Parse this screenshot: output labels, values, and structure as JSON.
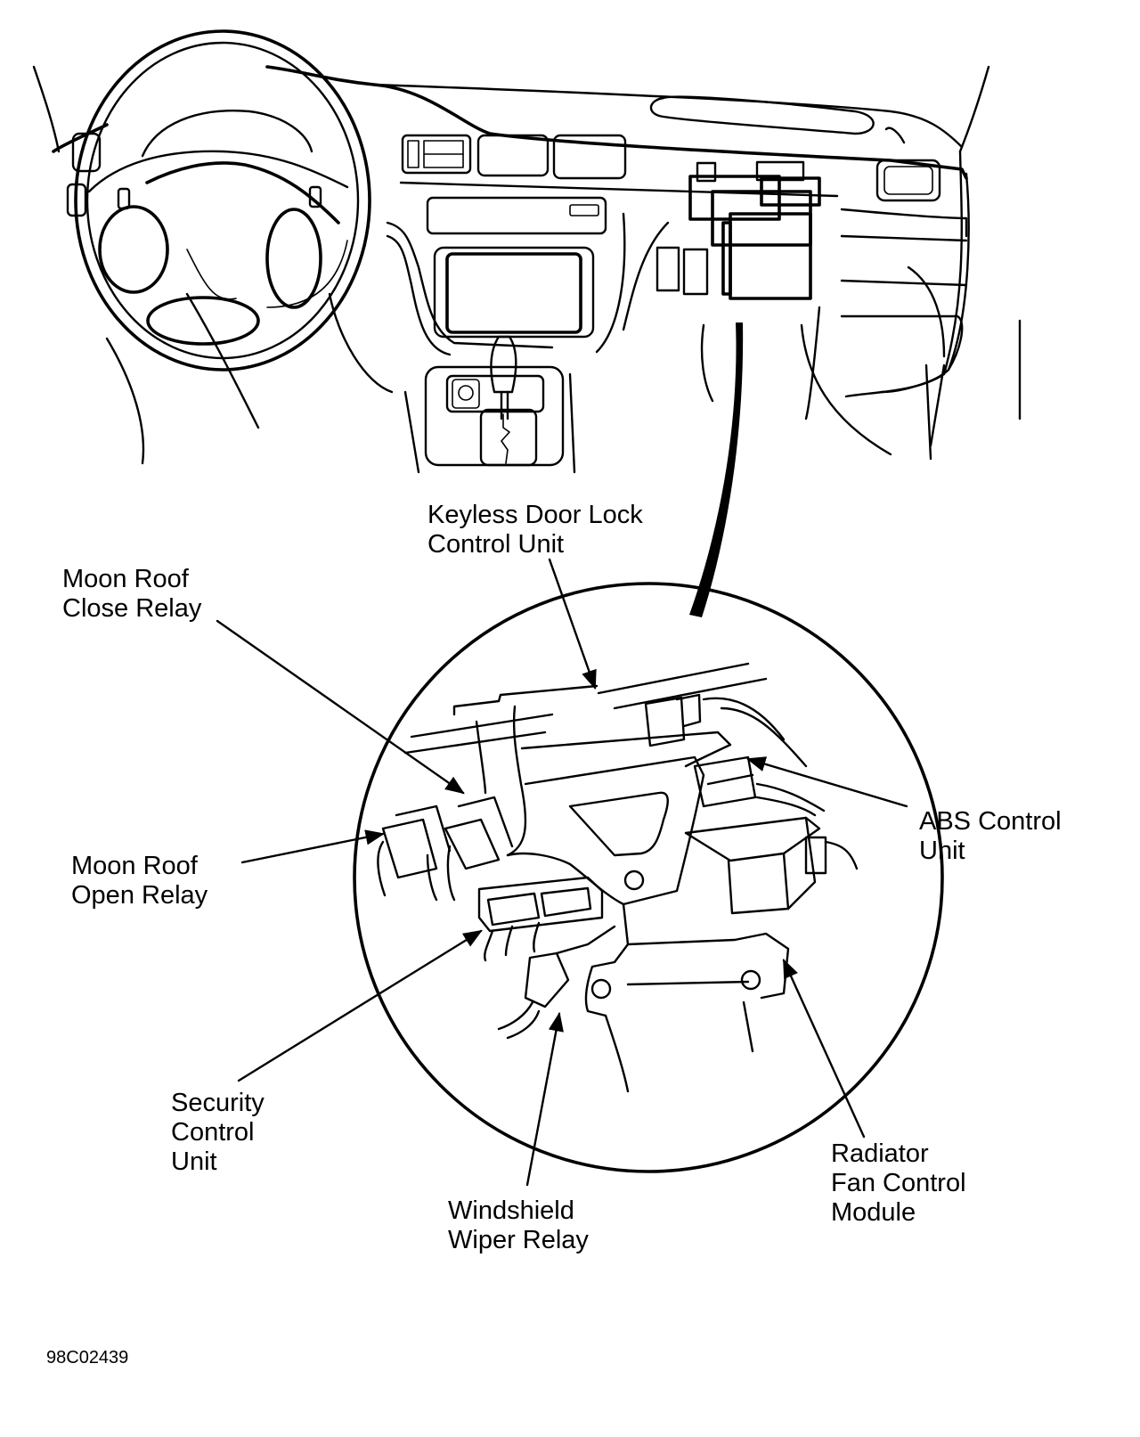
{
  "figure": {
    "figure_code": "98C02439",
    "subject": "Dashboard with magnified view of control units behind right side of instrument panel",
    "labels": {
      "keyless": "Keyless Door Lock\nControl Unit",
      "moon_close": "Moon Roof\nClose Relay",
      "moon_open": "Moon Roof\nOpen Relay",
      "abs": "ABS Control\nUnit",
      "security": "Security\nControl\nUnit",
      "wiper": "Windshield\nWiper Relay",
      "radiator": "Radiator\nFan Control\nModule"
    },
    "ink_color": "#000000",
    "background_color": "#ffffff"
  }
}
